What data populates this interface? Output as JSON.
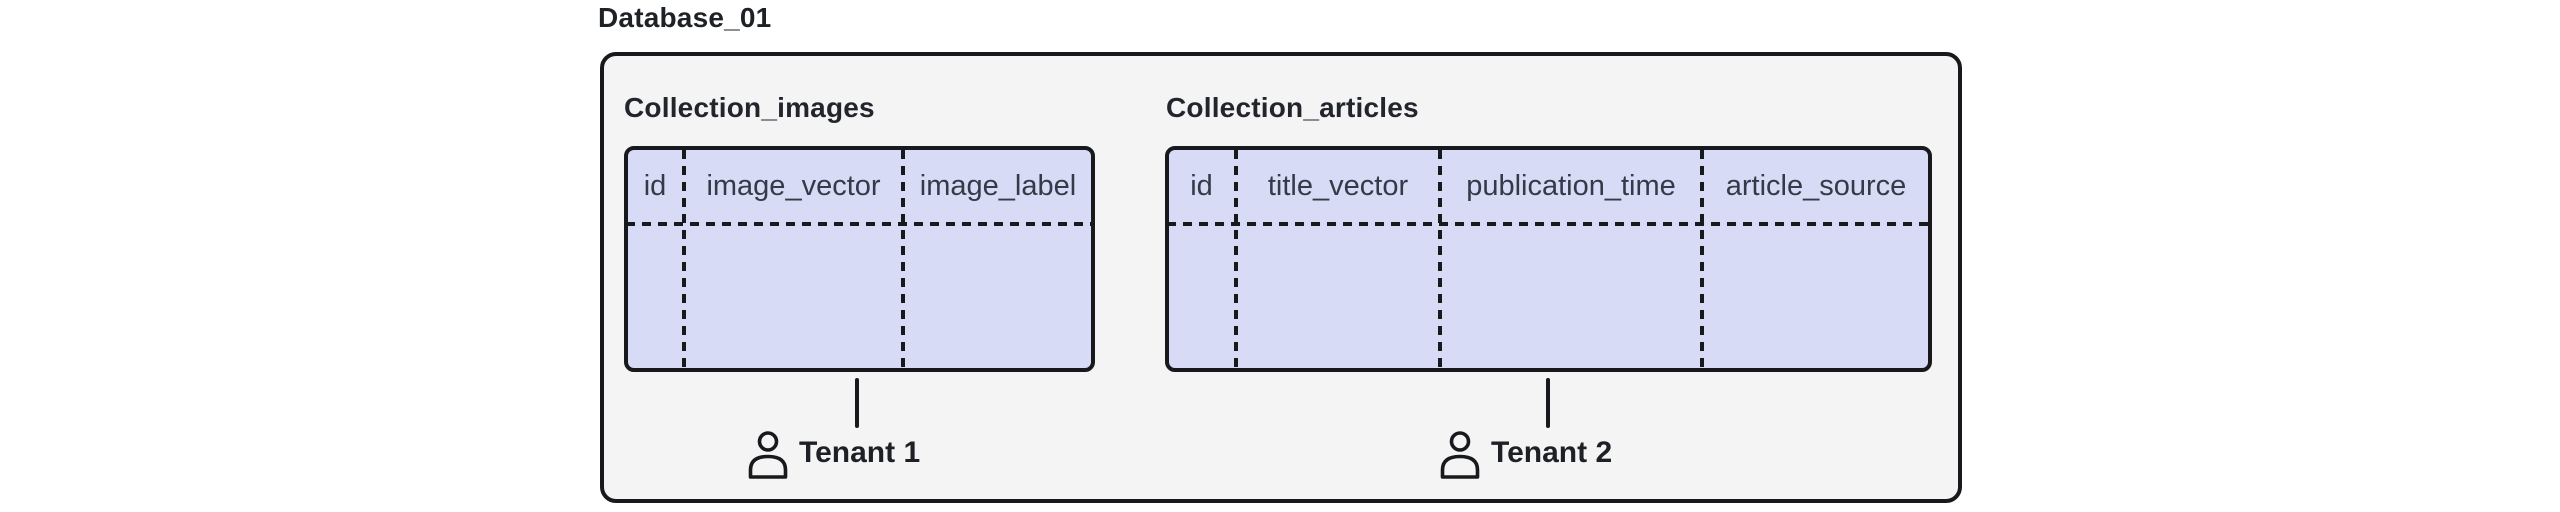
{
  "title": "Database_01",
  "colors": {
    "canvas": "#ffffff",
    "container_fill": "#f4f4f4",
    "stroke": "#17191d",
    "table_fill": "#d7dbf5",
    "header_text": "#333a48",
    "title_text": "#1e2126"
  },
  "collections": [
    {
      "name": "Collection_images",
      "columns": [
        "id",
        "image_vector",
        "image_label"
      ],
      "tenant": {
        "icon": "person-icon",
        "label": "Tenant 1"
      }
    },
    {
      "name": "Collection_articles",
      "columns": [
        "id",
        "title_vector",
        "publication_time",
        "article_source"
      ],
      "tenant": {
        "icon": "person-icon",
        "label": "Tenant 2"
      }
    }
  ]
}
